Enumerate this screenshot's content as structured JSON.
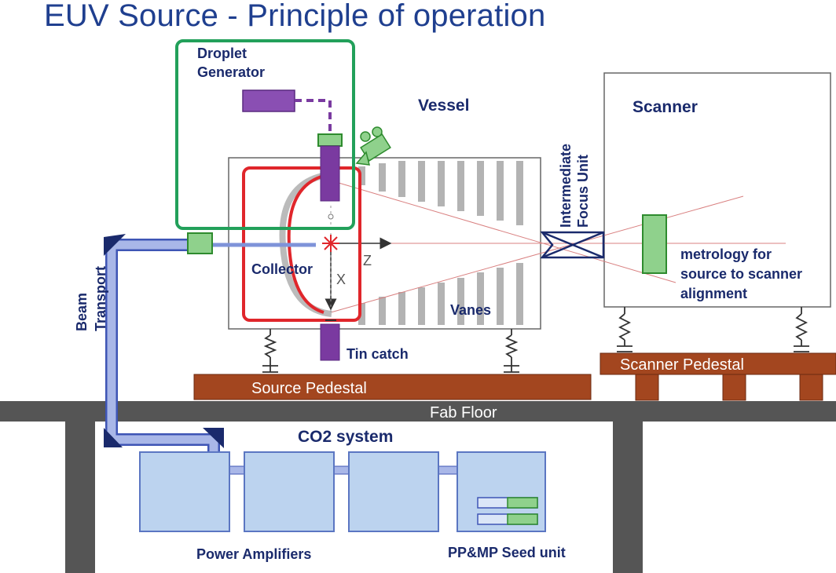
{
  "title": "EUV Source - Principle of operation",
  "labels": {
    "droplet_generator": [
      "Droplet",
      "Generator"
    ],
    "vessel": "Vessel",
    "scanner": "Scanner",
    "intermediate_focus": [
      "Intermediate",
      "Focus Unit"
    ],
    "collector": "Collector",
    "axis_z": "Z",
    "axis_x": "X",
    "vanes": "Vanes",
    "tin_catch": "Tin catch",
    "metrology": [
      "metrology for",
      "source to scanner",
      "alignment"
    ],
    "beam_transport": [
      "Beam",
      "Transport"
    ],
    "source_pedestal": "Source Pedestal",
    "scanner_pedestal": "Scanner Pedestal",
    "fab_floor": "Fab Floor",
    "co2_system": "CO2 system",
    "power_amplifiers": "Power Amplifiers",
    "seed_unit": "PP&MP Seed unit"
  },
  "colors": {
    "title": "#1f3f8f",
    "label": "#1a2a6c",
    "green_frame": "#22a05a",
    "red_frame": "#e0262b",
    "purple": "#7a3aa0",
    "pedestal": "#a3461f",
    "floor": "#555555",
    "beam": "#7f93d9",
    "co2_box": "#bcd3ef",
    "vane": "#b0b0b0",
    "green_part": "#8fd18c"
  }
}
